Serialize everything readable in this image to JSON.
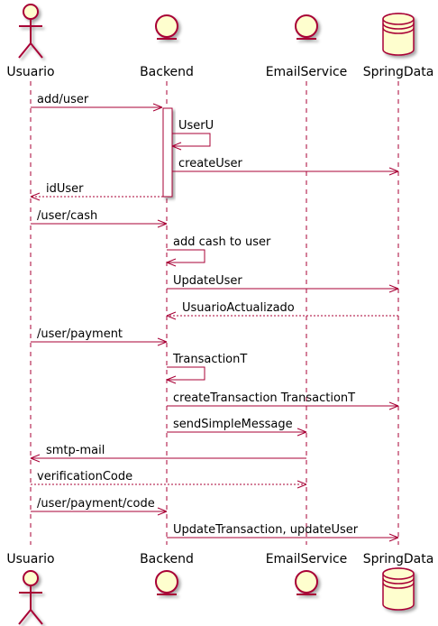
{
  "colors": {
    "line": "#A80036",
    "fill": "#FEFECE",
    "lifeline": "#A80036",
    "text": "#000000",
    "background": "#FFFFFF"
  },
  "participants": [
    {
      "id": "usuario",
      "name": "Usuario",
      "kind": "actor"
    },
    {
      "id": "backend",
      "name": "Backend",
      "kind": "entity"
    },
    {
      "id": "email",
      "name": "EmailService",
      "kind": "entity"
    },
    {
      "id": "spring",
      "name": "SpringData",
      "kind": "database"
    }
  ],
  "messages": [
    {
      "from": "usuario",
      "to": "backend",
      "label": "add/user",
      "style": "solid"
    },
    {
      "from": "backend",
      "to": "backend",
      "label": "UserU",
      "style": "solid"
    },
    {
      "from": "backend",
      "to": "spring",
      "label": "createUser",
      "style": "solid"
    },
    {
      "from": "backend",
      "to": "usuario",
      "label": "idUser",
      "style": "dashed"
    },
    {
      "from": "usuario",
      "to": "backend",
      "label": "/user/cash",
      "style": "solid"
    },
    {
      "from": "backend",
      "to": "backend",
      "label": "add cash to user",
      "style": "solid"
    },
    {
      "from": "backend",
      "to": "spring",
      "label": "UpdateUser",
      "style": "solid"
    },
    {
      "from": "spring",
      "to": "backend",
      "label": "UsuarioActualizado",
      "style": "dashed"
    },
    {
      "from": "usuario",
      "to": "backend",
      "label": "/user/payment",
      "style": "solid"
    },
    {
      "from": "backend",
      "to": "backend",
      "label": "TransactionT",
      "style": "solid"
    },
    {
      "from": "backend",
      "to": "spring",
      "label": "createTransaction TransactionT",
      "style": "solid"
    },
    {
      "from": "backend",
      "to": "email",
      "label": "sendSimpleMessage",
      "style": "solid"
    },
    {
      "from": "email",
      "to": "usuario",
      "label": "smtp-mail",
      "style": "solid"
    },
    {
      "from": "usuario",
      "to": "email",
      "label": "verificationCode",
      "style": "dashed"
    },
    {
      "from": "usuario",
      "to": "backend",
      "label": "/user/payment/code",
      "style": "solid"
    },
    {
      "from": "backend",
      "to": "spring",
      "label": "UpdateTransaction, updateUser",
      "style": "solid"
    }
  ]
}
